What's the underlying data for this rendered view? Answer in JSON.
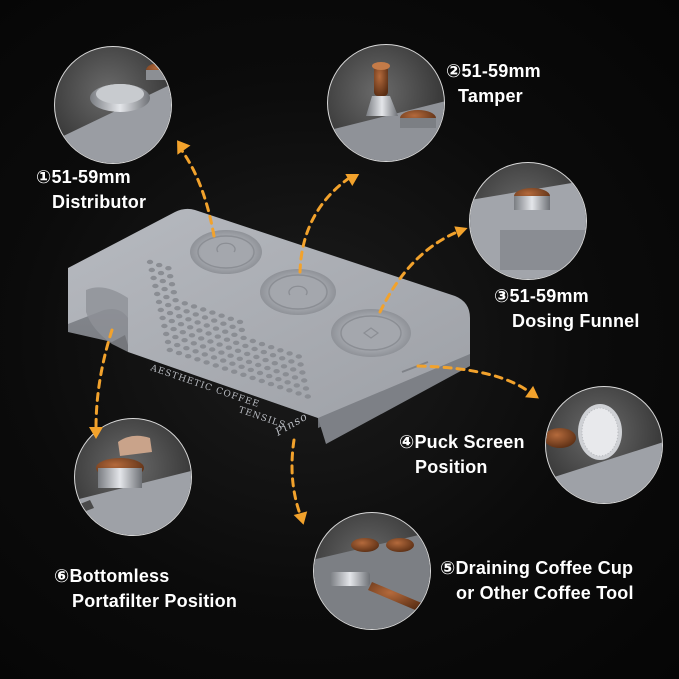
{
  "callouts": {
    "distributor": {
      "line1": "①51-59mm",
      "line2": "Distributor"
    },
    "tamper": {
      "line1": "②51-59mm",
      "line2": "Tamper"
    },
    "dosing_funnel": {
      "line1": "③51-59mm",
      "line2": "Dosing Funnel"
    },
    "puck_screen": {
      "line1": "④Puck Screen",
      "line2": "Position"
    },
    "draining": {
      "line1": "⑤Draining Coffee Cup",
      "line2": "or Other Coffee Tool"
    },
    "portafilter": {
      "line1": "⑥Bottomless",
      "line2": "Portafilter Position"
    }
  },
  "mat_engraving": {
    "brand1": "AESTHETIC COFFEE",
    "brand2": "TENSILS",
    "logo": "Pinso"
  },
  "colors": {
    "background": "#0b0b0b",
    "mat": "#a9acb2",
    "arrow": "#f2a22c",
    "text": "#ffffff"
  }
}
